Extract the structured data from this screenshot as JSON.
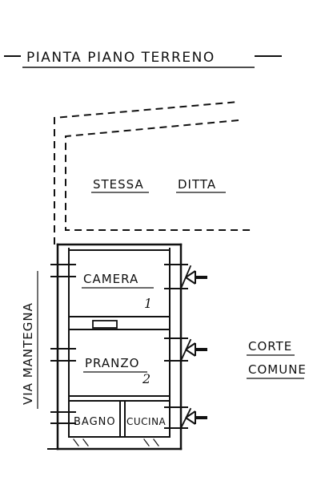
{
  "title": "PIANTA PIANO TERRENO",
  "rooms": {
    "camera": "CAMERA",
    "pranzo": "PRANZO",
    "bagno": "BAGNO",
    "cucina": "CUCINA"
  },
  "adjacent": {
    "stessa": "STESSA",
    "ditta": "DITTA"
  },
  "street": "VIA MANTEGNA",
  "courtyard": {
    "line1": "CORTE",
    "line2": "COMUNE"
  },
  "markers": {
    "room1": "1",
    "room2": "2"
  }
}
